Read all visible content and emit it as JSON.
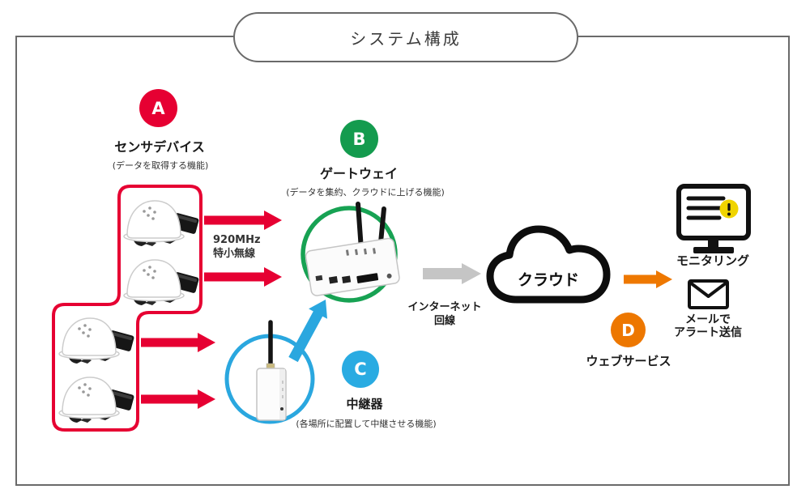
{
  "title": "システム構成",
  "nodes": {
    "sensor": {
      "badge": "A",
      "label": "センサデバイス",
      "desc": "(データを取得する機能)"
    },
    "gateway": {
      "badge": "B",
      "label": "ゲートウェイ",
      "desc": "(データを集約、クラウドに上げる機能)"
    },
    "repeater": {
      "badge": "C",
      "label": "中継器",
      "desc": "(各場所に配置して中継させる機能)"
    },
    "cloud": {
      "label": "クラウド"
    },
    "webservice": {
      "badge": "D",
      "label": "ウェブサービス"
    },
    "monitoring": {
      "label": "モニタリング",
      "alert_mark": "!"
    },
    "mail": {
      "label_line1": "メールで",
      "label_line2": "アラート送信"
    }
  },
  "links": {
    "radio": {
      "line1": "920MHz",
      "line2": "特小無線"
    },
    "internet": {
      "line1": "インターネット",
      "line2": "回線"
    }
  },
  "icons": {
    "sensor": "safety-helmet-sensor-icon",
    "gateway": "wifi-router-icon",
    "repeater": "antenna-box-icon",
    "cloud": "cloud-icon",
    "monitoring": "monitor-alert-icon",
    "mail": "envelope-icon"
  },
  "colors": {
    "accent_red": "#e60032",
    "badge_green": "#149b4e",
    "ring_green": "#17a253",
    "badge_blue": "#29abe2",
    "arrow_blue": "#2aa7df",
    "badge_orange": "#ed7700",
    "arrow_orange": "#ee7800",
    "arrow_gray": "#c5c5c5",
    "outline_black": "#111111",
    "alert_yellow": "#f0d400",
    "border_gray": "#6a6a6a"
  }
}
